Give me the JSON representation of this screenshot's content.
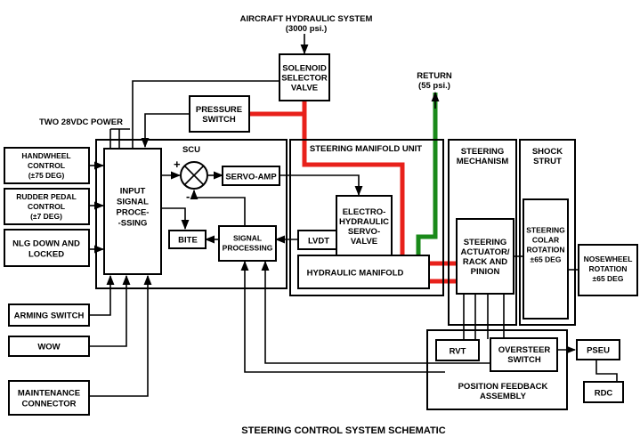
{
  "labels": {
    "aircraft_hydraulic": "AIRCRAFT HYDRAULIC SYSTEM",
    "aircraft_hydraulic_psi": "(3000 psi.)",
    "return": "RETURN",
    "return_psi": "(55 psi.)",
    "power": "TWO 28VDC POWER",
    "scu": "SCU",
    "manifold_unit": "STEERING MANIFOLD UNIT",
    "steering_mechanism": [
      "STEERING",
      "MECHANISM"
    ],
    "shock_strut": [
      "SHOCK",
      "STRUT"
    ],
    "position_feedback": [
      "POSITION FEEDBACK",
      "ASSEMBLY"
    ],
    "plus_sign": "+",
    "minus_sign": "-",
    "caption": "STEERING CONTROL SYSTEM SCHEMATIC"
  },
  "boxes": {
    "solenoid": [
      "SOLENOID",
      "SELECTOR",
      "VALVE"
    ],
    "pressure_switch": [
      "PRESSURE",
      "SWITCH"
    ],
    "handwheel": [
      "HANDWHEEL",
      "CONTROL",
      "(±75 DEG)"
    ],
    "rudder_pedal": [
      "RUDDER PEDAL",
      "CONTROL",
      "(±7 DEG)"
    ],
    "nlg_down": [
      "NLG DOWN AND",
      "LOCKED"
    ],
    "arming_switch": [
      "ARMING SWITCH"
    ],
    "wow": [
      "WOW"
    ],
    "maintenance": [
      "MAINTENANCE",
      "CONNECTOR"
    ],
    "input_processing": [
      "INPUT",
      "SIGNAL",
      "PROCE-",
      "-SSING"
    ],
    "servo_amp": [
      "SERVO-AMP"
    ],
    "bite": [
      "BITE"
    ],
    "signal_processing": [
      "SIGNAL",
      "PROCESSING"
    ],
    "lvdt": [
      "LVDT"
    ],
    "ehsv": [
      "ELECTRO-",
      "HYDRAULIC",
      "SERVO-",
      "VALVE"
    ],
    "hydraulic_manifold": [
      "HYDRAULIC MANIFOLD"
    ],
    "steering_actuator": [
      "STEERING",
      "ACTUATOR/",
      "RACK AND",
      "PINION"
    ],
    "steering_colar": [
      "STEERING",
      "COLAR",
      "ROTATION",
      "±65 DEG"
    ],
    "nosewheel": [
      "NOSEWHEEL",
      "ROTATION",
      "±65 DEG"
    ],
    "rvt": [
      "RVT"
    ],
    "oversteer": [
      "OVERSTEER",
      "SWITCH"
    ],
    "pseu": [
      "PSEU"
    ],
    "rdc": [
      "RDC"
    ]
  },
  "colors": {
    "pressure_line": "#e8211b",
    "return_line": "#1a8a1a",
    "signal_line": "#000000"
  }
}
